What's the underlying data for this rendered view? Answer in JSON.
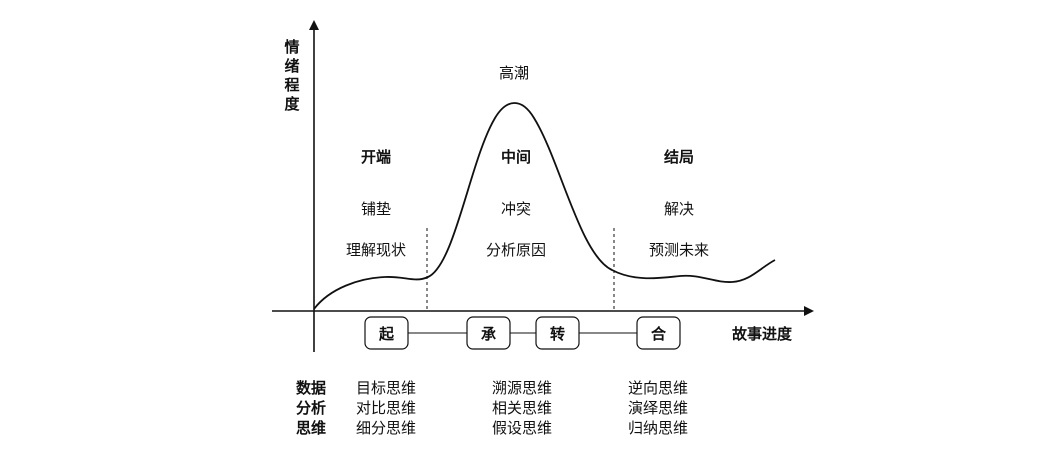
{
  "y_axis_label": [
    "情",
    "绪",
    "程",
    "度"
  ],
  "x_axis_label": "故事进度",
  "peak_label": "高潮",
  "sections": [
    {
      "title": "开端",
      "line1": "铺垫",
      "line2": "理解现状"
    },
    {
      "title": "中间",
      "line1": "冲突",
      "line2": "分析原因"
    },
    {
      "title": "结局",
      "line1": "解决",
      "line2": "预测未来"
    }
  ],
  "stages": [
    "起",
    "承",
    "转",
    "合"
  ],
  "thinking_title": [
    "数据",
    "分析",
    "思维"
  ],
  "thinking_groups": [
    [
      "目标思维",
      "对比思维",
      "细分思维"
    ],
    [
      "溯源思维",
      "相关思维",
      "假设思维"
    ],
    [
      "逆向思维",
      "演绎思维",
      "归纳思维"
    ]
  ]
}
